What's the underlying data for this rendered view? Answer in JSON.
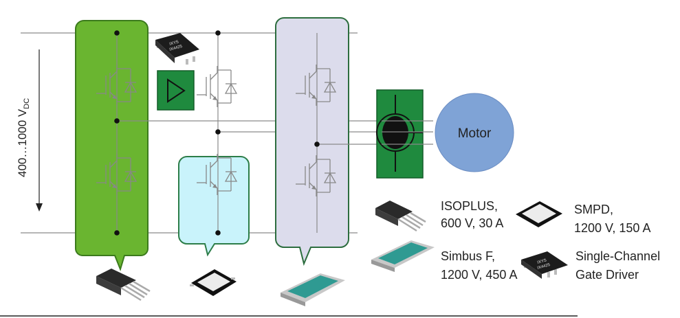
{
  "voltage": {
    "main": "400…1000 V",
    "sub": "DC"
  },
  "motor": {
    "label": "Motor"
  },
  "chip": {
    "brand": "IXYS",
    "part": "IX4425"
  },
  "legend": [
    {
      "line1": "ISOPLUS,",
      "line2": "600 V, 30 A",
      "icon": "isoplus-package-icon"
    },
    {
      "line1": "SMPD,",
      "line2": "1200 V, 150 A",
      "icon": "smpd-package-icon"
    },
    {
      "line1": "Simbus F,",
      "line2": "1200 V, 450 A",
      "icon": "simbus-f-module-icon"
    },
    {
      "line1": "Single-Channel",
      "line2": "Gate Driver",
      "icon": "gate-driver-chip-icon"
    }
  ],
  "colors": {
    "green_fill": "#6ab530",
    "green_stroke": "#3b7a1c",
    "cyan_fill": "#c9f3fb",
    "cyan_stroke": "#2c7d48",
    "lavender_fill": "#dcdcec",
    "lavender_stroke": "#2c6d3e",
    "dark_green": "#1f8a3e",
    "motor_fill": "#7fa3d6",
    "wire": "#8a8a8a",
    "node": "#111111"
  }
}
